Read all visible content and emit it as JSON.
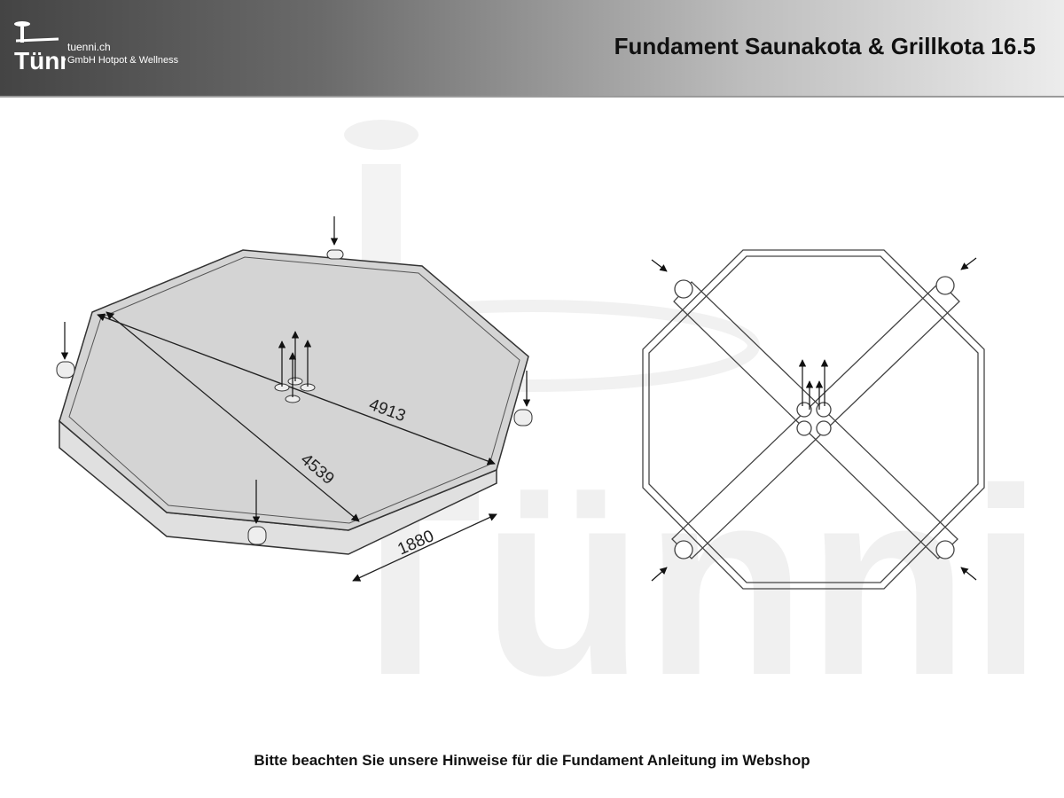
{
  "header": {
    "logo_text": "Tünni",
    "company_domain": "tuenni.ch",
    "company_tagline": "GmbH Hotpot & Wellness",
    "title": "Fundament Saunakota & Grillkota 16.5"
  },
  "drawing": {
    "dimensions": {
      "diagonal_long": "4913",
      "diagonal_short": "4539",
      "side_length": "1880"
    },
    "watermark_text": "Tünni"
  },
  "footer": {
    "note": "Bitte beachten Sie unsere Hinweise für die Fundament Anleitung im Webshop"
  }
}
